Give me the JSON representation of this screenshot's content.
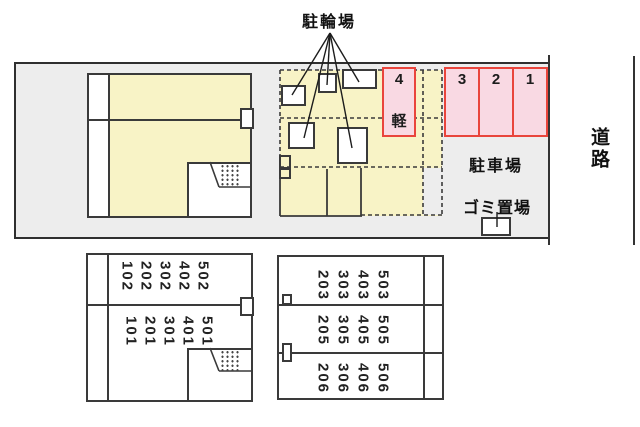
{
  "colors": {
    "site_background": "#ededed",
    "building_yellow": "#f8f3c6",
    "parking_pink": "#f9d9e3",
    "parking_red_border": "#e9453c",
    "line": "#3a3a3a"
  },
  "site": {
    "bike_label": "駐輪場",
    "parking_label": "駐車場",
    "garbage_label": "ゴミ置場",
    "road_label": "道路",
    "kei_space": {
      "number": "4",
      "type_label": "軽"
    },
    "car_spaces": [
      "3",
      "2",
      "1"
    ]
  },
  "floor_plans": {
    "left_block_upper": [
      "102",
      "202",
      "302",
      "402",
      "502"
    ],
    "left_block_lower": [
      "101",
      "201",
      "301",
      "401",
      "501"
    ],
    "right_block_row1": [
      "203",
      "303",
      "403",
      "503"
    ],
    "right_block_row2": [
      "205",
      "305",
      "405",
      "505"
    ],
    "right_block_row3": [
      "206",
      "306",
      "406",
      "506"
    ]
  }
}
